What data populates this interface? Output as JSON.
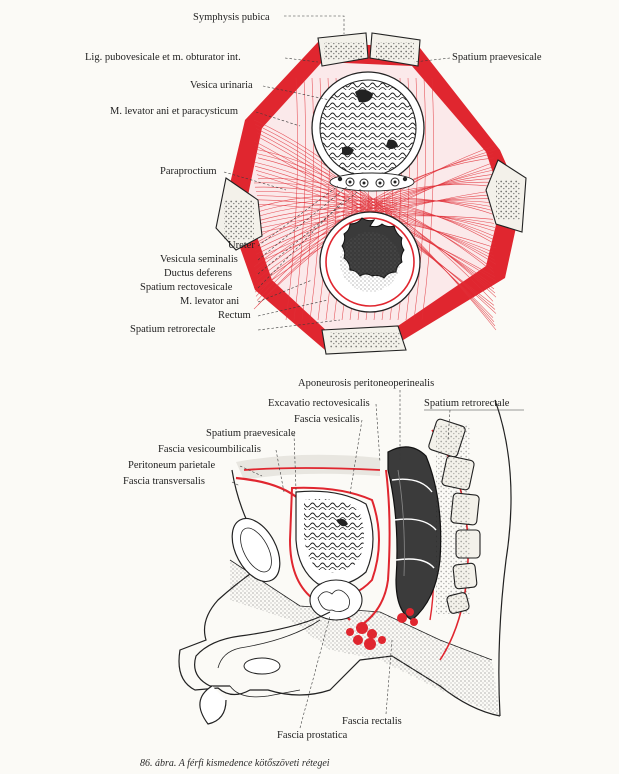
{
  "figure1": {
    "labels_left": [
      "Symphysis pubica",
      "Lig. pubovesicale et m. obturator int.",
      "Vesica urinaria",
      "M. levator ani et paracysticum",
      "Paraproctium",
      "Ureter",
      "Vesicula seminalis",
      "Ductus deferens",
      "Spatium rectovesicale",
      "M. levator ani",
      "Rectum",
      "Spatium retrorectale"
    ],
    "labels_right": [
      "Spatium praevesicale"
    ]
  },
  "figure2": {
    "labels_top": [
      "Aponeurosis peritoneoperinealis",
      "Excavatio rectovesicalis",
      "Spatium retrorectale",
      "Fascia vesicalis",
      "Spatium praevesicale",
      "Fascia vesicoumbilicalis",
      "Peritoneum parietale",
      "Fascia transversalis"
    ],
    "labels_bottom": [
      "Fascia rectalis",
      "Fascia prostatica"
    ]
  },
  "caption": "86. ábra. A férfi kismedence kötőszöveti rétegei"
}
